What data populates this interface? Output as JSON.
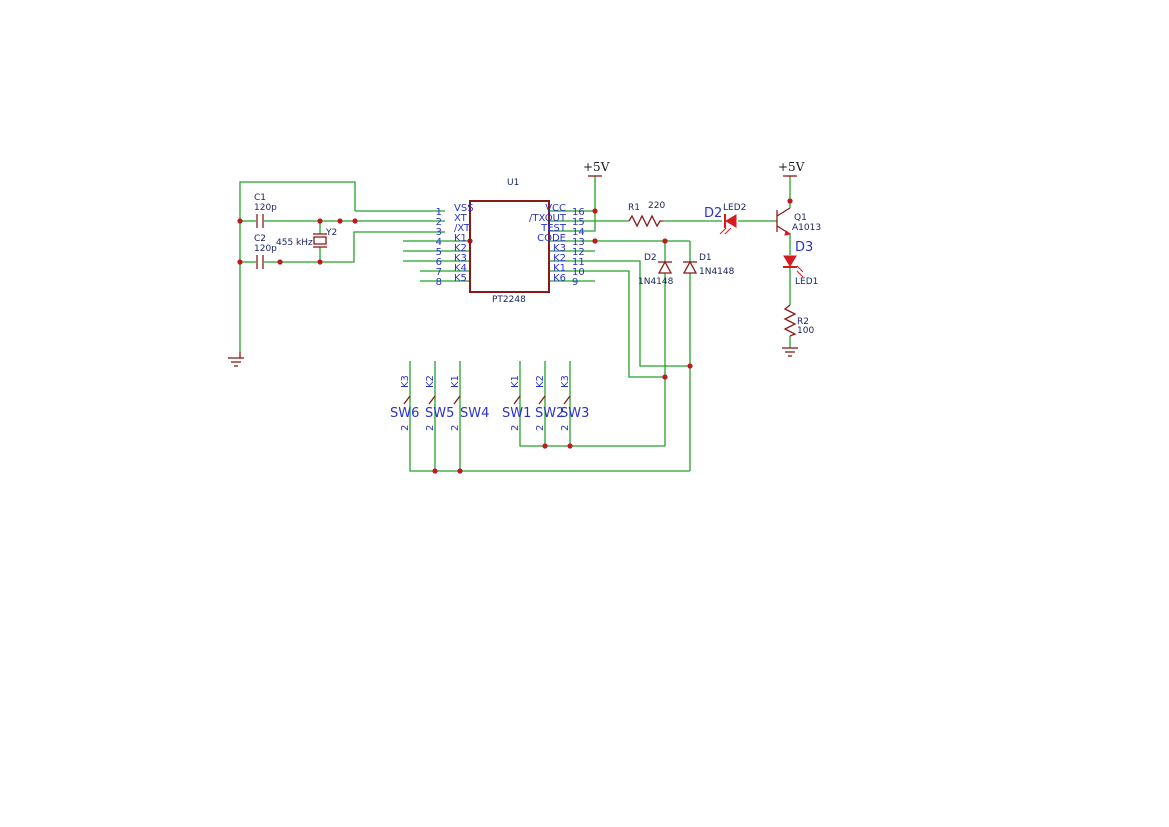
{
  "ic": {
    "ref": "U1",
    "part": "PT2248",
    "left_pins": [
      {
        "num": "1",
        "name": "VSS"
      },
      {
        "num": "2",
        "name": "XT"
      },
      {
        "num": "3",
        "name": "/XT"
      },
      {
        "num": "4",
        "name": "K1"
      },
      {
        "num": "5",
        "name": "K2"
      },
      {
        "num": "6",
        "name": "K3"
      },
      {
        "num": "7",
        "name": "K4"
      },
      {
        "num": "8",
        "name": "K5"
      }
    ],
    "right_pins": [
      {
        "num": "16",
        "name": "VCC"
      },
      {
        "num": "15",
        "name": "/TXOUT"
      },
      {
        "num": "14",
        "name": "TEST"
      },
      {
        "num": "13",
        "name": "CODE"
      },
      {
        "num": "12",
        "name": "K3"
      },
      {
        "num": "11",
        "name": "K2"
      },
      {
        "num": "10",
        "name": "K1"
      },
      {
        "num": "9",
        "name": "K6"
      }
    ]
  },
  "components": {
    "c1": {
      "ref": "C1",
      "value": "120p"
    },
    "c2": {
      "ref": "C2",
      "value": "120p"
    },
    "y2": {
      "ref": "Y2",
      "value": "455 kHz"
    },
    "r1": {
      "ref": "R1",
      "value": "220"
    },
    "r2": {
      "ref": "R2",
      "value": "100"
    },
    "d1": {
      "ref": "D1",
      "value": "1N4148"
    },
    "d2": {
      "ref": "D2",
      "value": "1N4148"
    },
    "led2": {
      "ref": "D2",
      "value": "LED2"
    },
    "led1": {
      "ref": "D3",
      "value": "LED1"
    },
    "q1": {
      "ref": "Q1",
      "value": "A1013"
    }
  },
  "power": {
    "vcc1": "+5V",
    "vcc2": "+5V"
  },
  "switches": [
    {
      "ref": "SW6",
      "pin1": "K3",
      "pin2": "2"
    },
    {
      "ref": "SW5",
      "pin1": "K2",
      "pin2": "2"
    },
    {
      "ref": "SW4",
      "pin1": "K1",
      "pin2": "2"
    },
    {
      "ref": "SW1",
      "pin1": "K1",
      "pin2": "2"
    },
    {
      "ref": "SW2",
      "pin1": "K2",
      "pin2": "2"
    },
    {
      "ref": "SW3",
      "pin1": "K3",
      "pin2": "2"
    }
  ],
  "colors": {
    "wire": "#23a32a",
    "component": "#8a1a1a",
    "junction": "#c0181e",
    "label": "#2a33c9",
    "led": "#d71920"
  }
}
